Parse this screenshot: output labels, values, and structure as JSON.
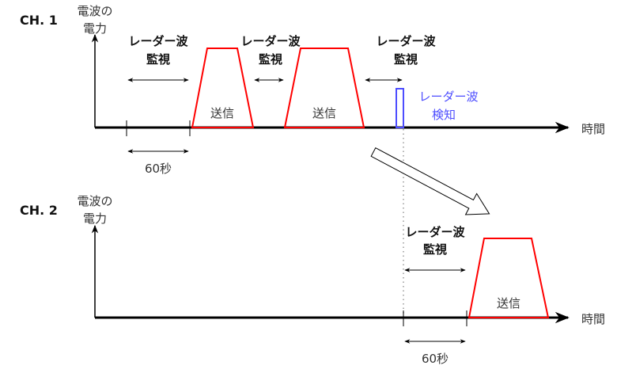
{
  "colors": {
    "transmit": "#ff0000",
    "detect": "#4d4dff",
    "axis": "#000000",
    "guide": "#999999"
  },
  "ch1": {
    "title": "CH. 1",
    "y_label_1": "電波の",
    "y_label_2": "電力",
    "x_label": "時間",
    "monitor_labels": [
      {
        "line1": "レーダー波",
        "line2": "監視"
      },
      {
        "line1": "レーダー波",
        "line2": "監視"
      },
      {
        "line1": "レーダー波",
        "line2": "監視"
      }
    ],
    "transmit_labels": [
      "送信",
      "送信"
    ],
    "duration_label": "60秒",
    "detect_line1": "レーダー波",
    "detect_line2": "検知"
  },
  "ch2": {
    "title": "CH. 2",
    "y_label_1": "電波の",
    "y_label_2": "電力",
    "x_label": "時間",
    "monitor_line1": "レーダー波",
    "monitor_line2": "監視",
    "transmit_label": "送信",
    "duration_label": "60秒"
  }
}
